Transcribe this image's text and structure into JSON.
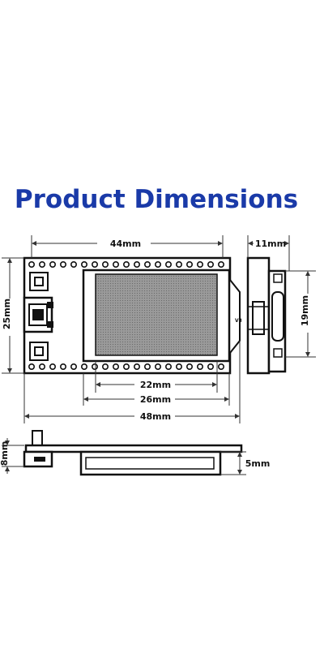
{
  "title": "Product Dimensions",
  "colors": {
    "title": "#1a3aa8",
    "screen": "#8c8c8c",
    "outline": "#111111",
    "background": "#ffffff"
  },
  "dimensions": {
    "width_top": "44mm",
    "depth_right": "11mm",
    "height_left": "25mm",
    "height_right": "19mm",
    "screen_width": "22mm",
    "header_width": "26mm",
    "total_width": "48mm",
    "side_left": "8mm",
    "side_right": "5mm"
  },
  "board_label": "V3"
}
